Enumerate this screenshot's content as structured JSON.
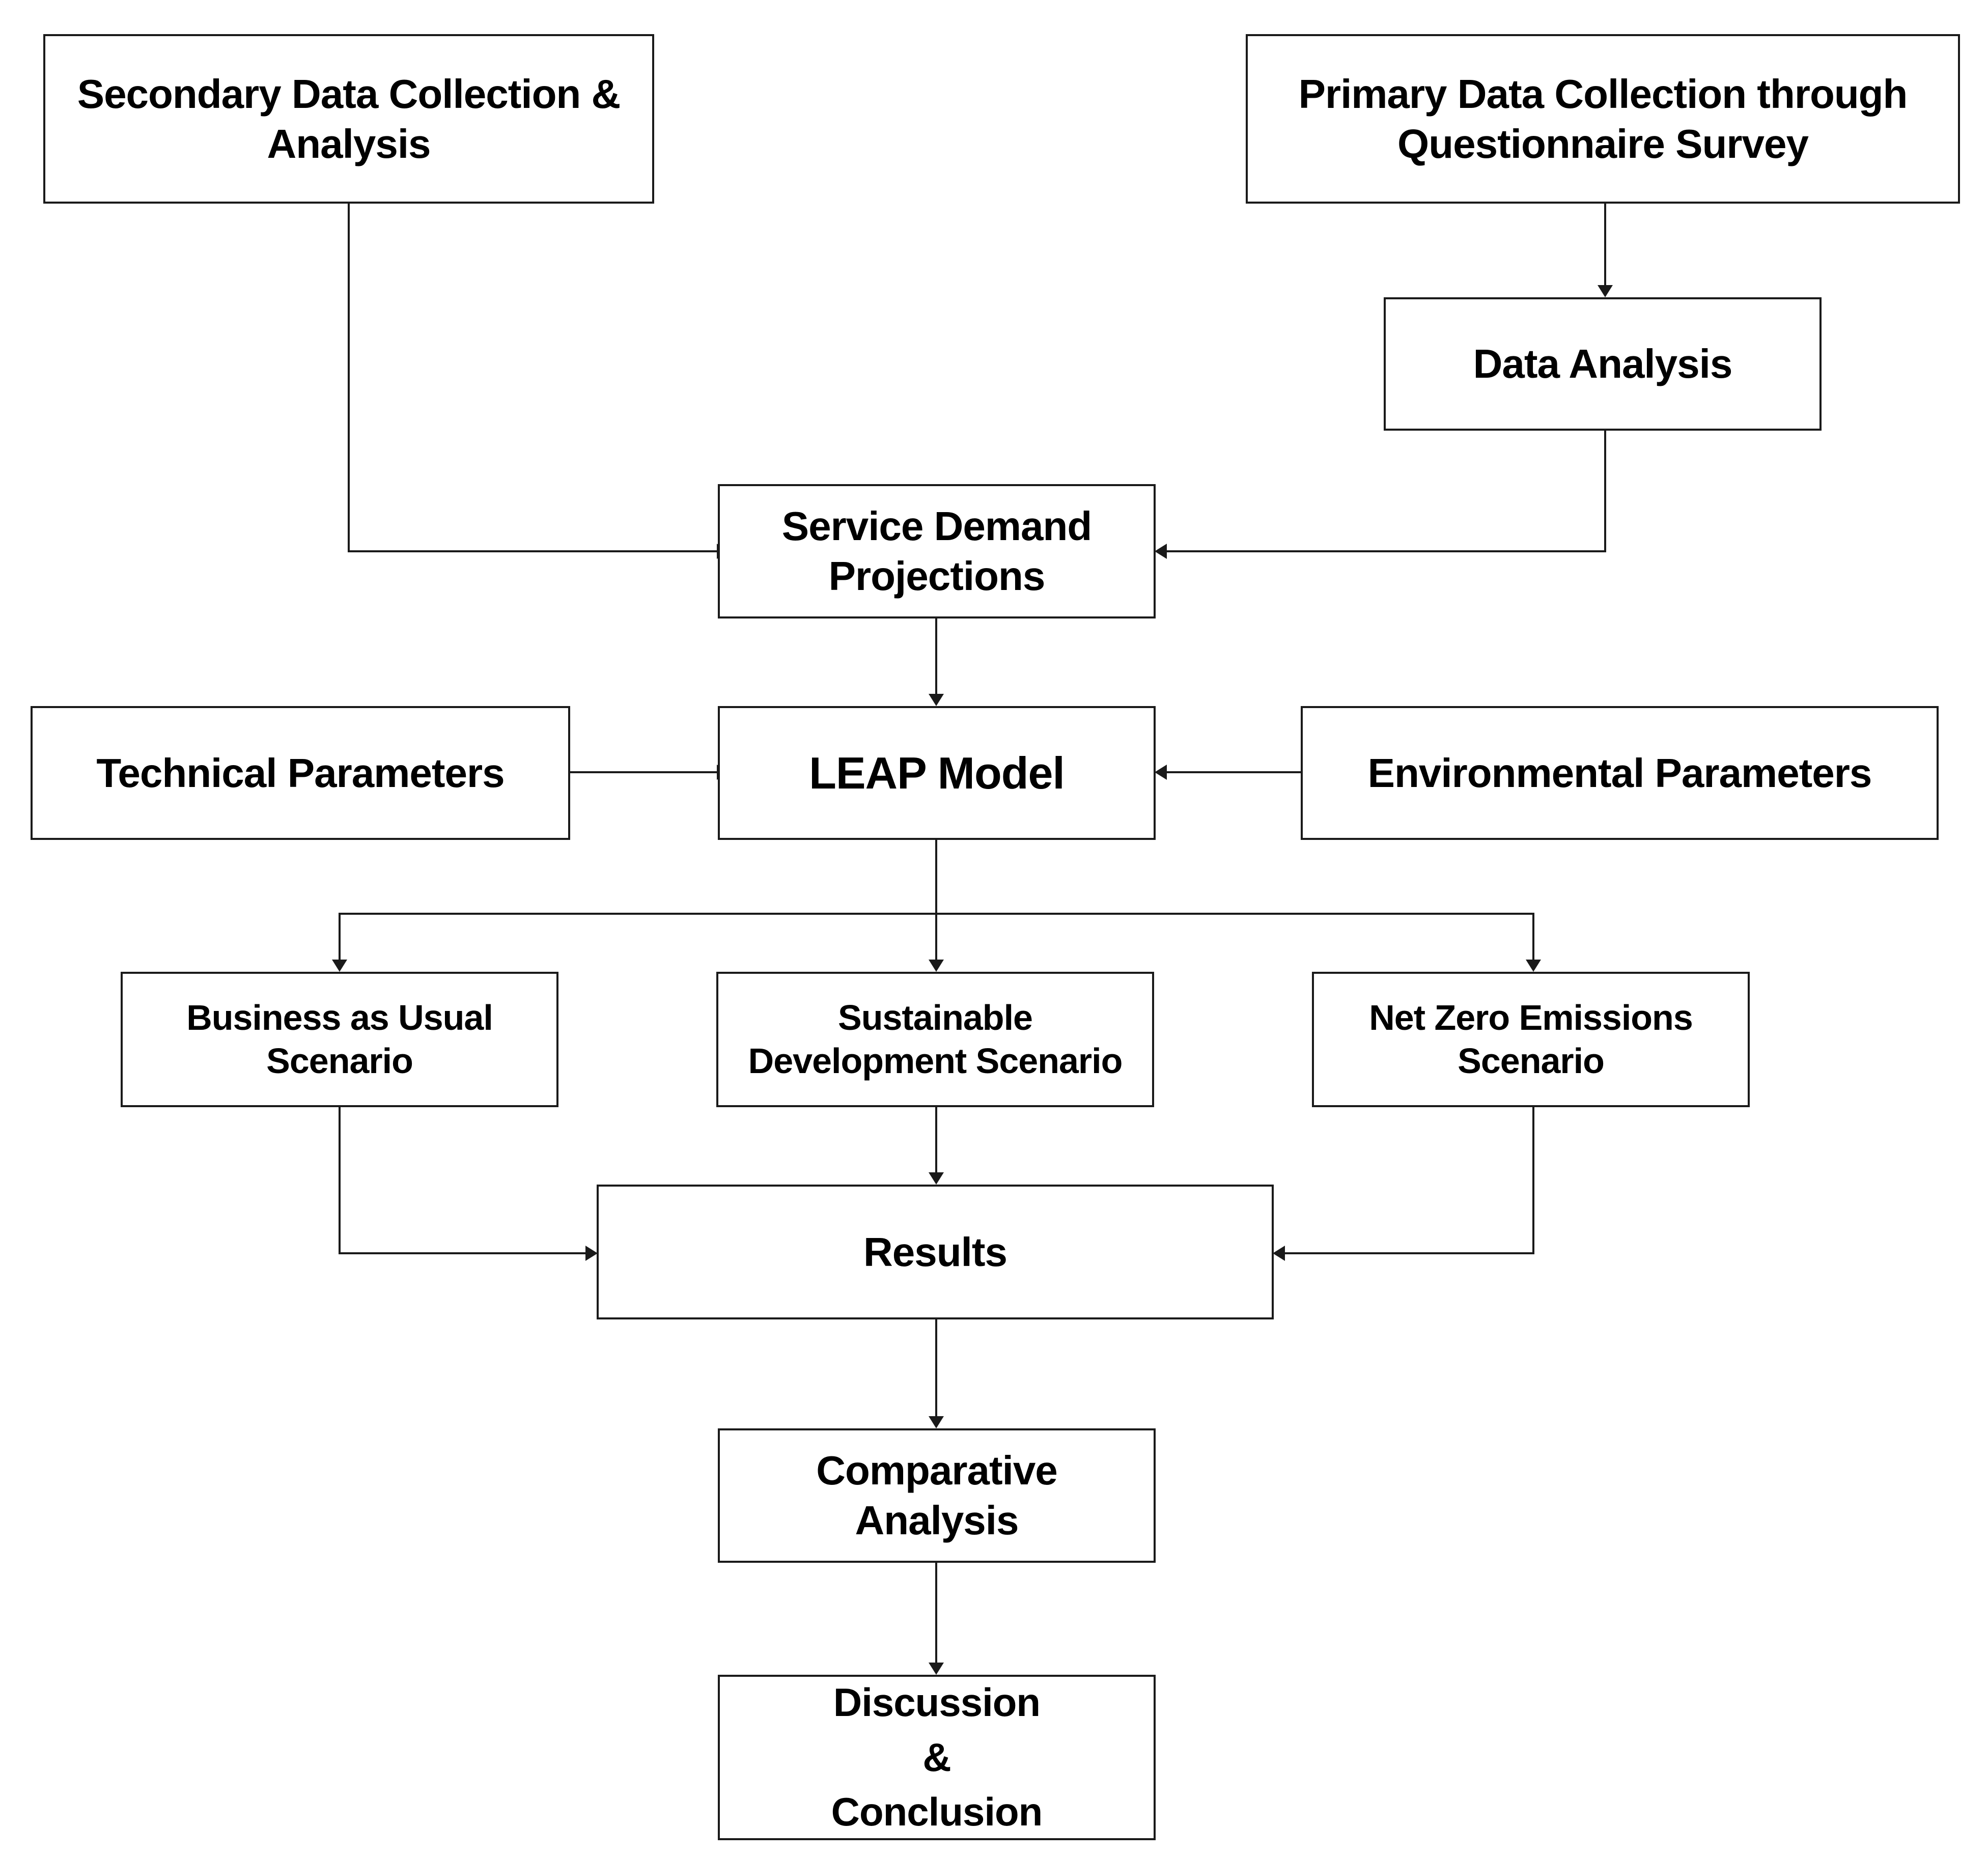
{
  "nodes": {
    "secondary": "Secondary Data Collection &\nAnalysis",
    "primary": "Primary Data Collection through\nQuestionnaire Survey",
    "data_analysis": "Data Analysis",
    "service_demand": "Service Demand\nProjections",
    "technical": "Technical Parameters",
    "leap": "LEAP Model",
    "environmental": "Environmental Parameters",
    "bau": "Business as Usual\nScenario",
    "sds": "Sustainable\nDevelopment Scenario",
    "nze": "Net Zero Emissions\nScenario",
    "results": "Results",
    "comparative": "Comparative\nAnalysis",
    "discussion": "Discussion\n&\nConclusion"
  },
  "colors": {
    "stroke": "#1a1a1a",
    "background": "#ffffff",
    "text": "#000000"
  }
}
